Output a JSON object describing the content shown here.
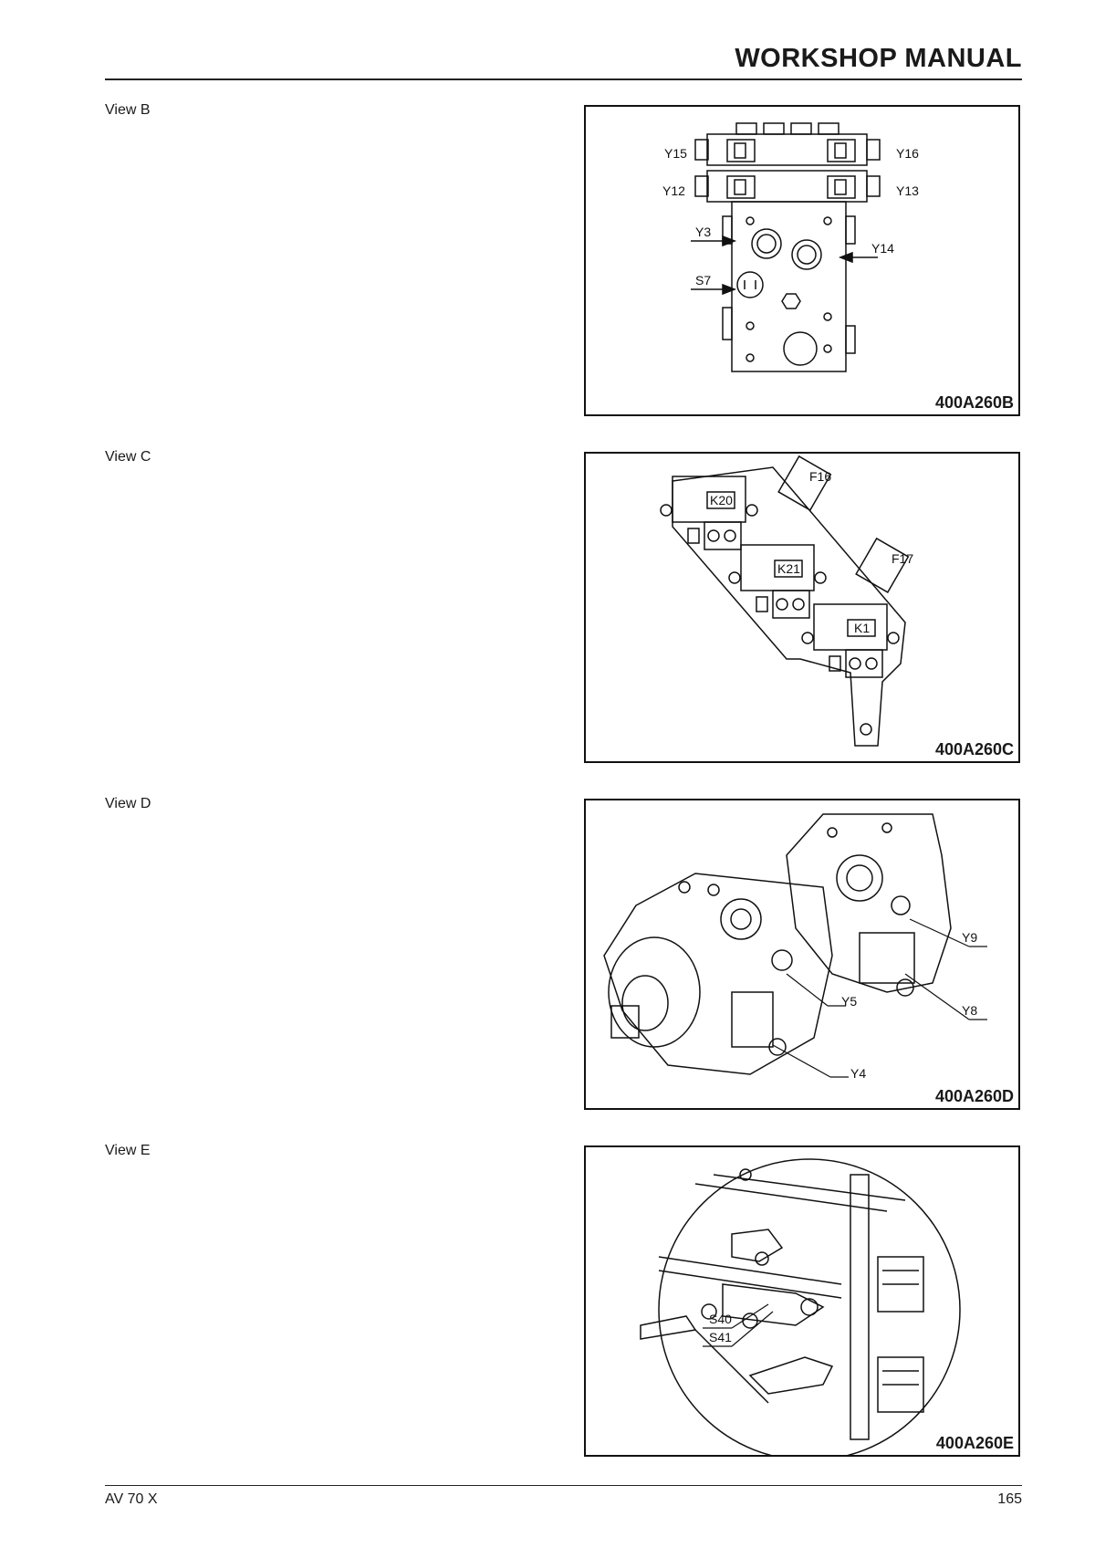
{
  "header": {
    "title": "WORKSHOP MANUAL"
  },
  "footer": {
    "model": "AV 70 X",
    "page_number": "165"
  },
  "views": [
    {
      "label": "View B",
      "figure_code": "400A260B",
      "callouts": [
        "Y15",
        "Y16",
        "Y12",
        "Y13",
        "Y3",
        "Y14",
        "S7"
      ]
    },
    {
      "label": "View C",
      "figure_code": "400A260C",
      "callouts": [
        "F16",
        "K20",
        "K21",
        "F17",
        "K1"
      ]
    },
    {
      "label": "View D",
      "figure_code": "400A260D",
      "callouts": [
        "Y9",
        "Y5",
        "Y8",
        "Y4"
      ]
    },
    {
      "label": "View E",
      "figure_code": "400A260E",
      "callouts": [
        "S40",
        "S41"
      ]
    }
  ]
}
